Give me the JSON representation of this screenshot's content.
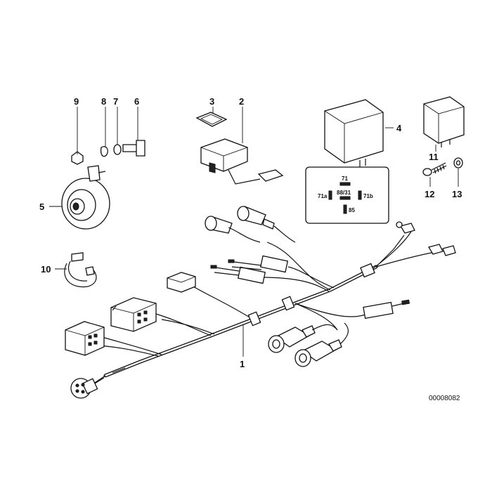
{
  "callouts": {
    "c1": "1",
    "c2": "2",
    "c3": "3",
    "c4": "4",
    "c5": "5",
    "c6": "6",
    "c7": "7",
    "c8": "8",
    "c9": "9",
    "c10": "10",
    "c11": "11",
    "c12": "12",
    "c13": "13"
  },
  "relay_pins": {
    "p71": "71",
    "p8831": "88/31",
    "p71a": "71a",
    "p71b": "71b",
    "p85": "85"
  },
  "diagram_code": "00008082"
}
